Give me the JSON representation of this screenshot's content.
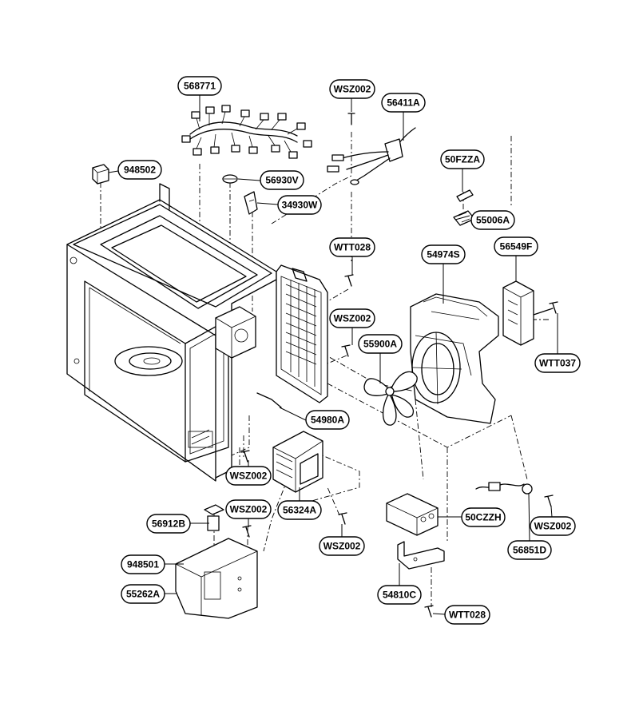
{
  "labels": [
    {
      "id": "568771",
      "text": "568771"
    },
    {
      "id": "WSZ002_a",
      "text": "WSZ002"
    },
    {
      "id": "56411A",
      "text": "56411A"
    },
    {
      "id": "948502",
      "text": "948502"
    },
    {
      "id": "50FZZA",
      "text": "50FZZA"
    },
    {
      "id": "56930V",
      "text": "56930V"
    },
    {
      "id": "34930W",
      "text": "34930W"
    },
    {
      "id": "55006A",
      "text": "55006A"
    },
    {
      "id": "WTT028_a",
      "text": "WTT028"
    },
    {
      "id": "54974S",
      "text": "54974S"
    },
    {
      "id": "56549F",
      "text": "56549F"
    },
    {
      "id": "WSZ002_b",
      "text": "WSZ002"
    },
    {
      "id": "55900A",
      "text": "55900A"
    },
    {
      "id": "WTT037",
      "text": "WTT037"
    },
    {
      "id": "54980A",
      "text": "54980A"
    },
    {
      "id": "WSZ002_c",
      "text": "WSZ002"
    },
    {
      "id": "56324A",
      "text": "56324A"
    },
    {
      "id": "56912B",
      "text": "56912B"
    },
    {
      "id": "WSZ002_d",
      "text": "WSZ002"
    },
    {
      "id": "50CZZH",
      "text": "50CZZH"
    },
    {
      "id": "WSZ002_e",
      "text": "WSZ002"
    },
    {
      "id": "WSZ002_f",
      "text": "WSZ002"
    },
    {
      "id": "948501",
      "text": "948501"
    },
    {
      "id": "56851D",
      "text": "56851D"
    },
    {
      "id": "55262A",
      "text": "55262A"
    },
    {
      "id": "54810C",
      "text": "54810C"
    },
    {
      "id": "WTT028_b",
      "text": "WTT028"
    }
  ]
}
